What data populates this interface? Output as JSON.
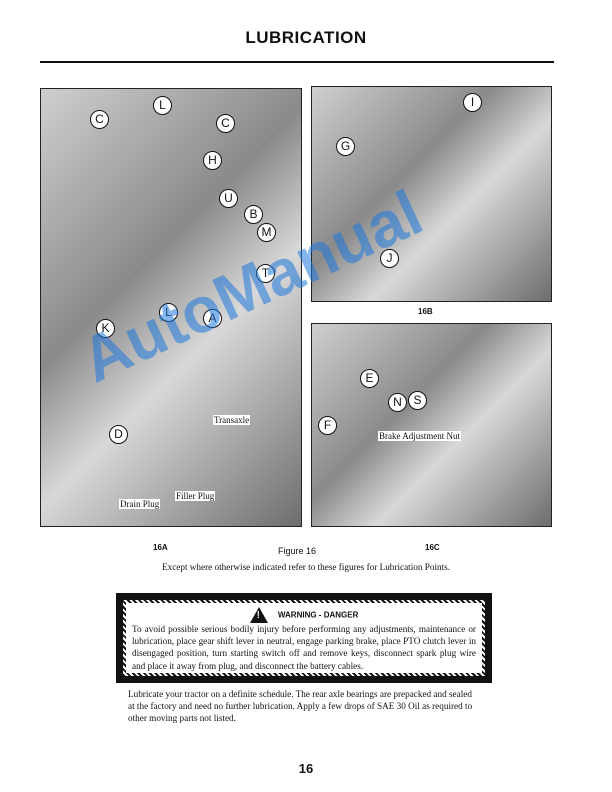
{
  "title": "LUBRICATION",
  "figure_labels": {
    "a": "16A",
    "b": "16B",
    "c": "16C",
    "caption": "Figure 16"
  },
  "figure_16a_callouts": [
    "C",
    "L",
    "C",
    "H",
    "U",
    "B",
    "M",
    "T",
    "K",
    "L",
    "A",
    "D"
  ],
  "figure_16a_labels": {
    "transaxle": "Transaxle",
    "drain_plug": "Drain Plug",
    "filler_plug": "Filler Plug"
  },
  "figure_16b_callouts": [
    "I",
    "G",
    "J"
  ],
  "figure_16c_callouts": [
    "E",
    "N",
    "S",
    "F"
  ],
  "figure_16c_labels": {
    "brake": "Brake Adjustment Nut"
  },
  "note": "Except where otherwise indicated refer to these figures for Lubrication Points.",
  "warning": {
    "icon": "exclamation-triangle-icon",
    "heading": "WARNING - DANGER",
    "text": "To avoid possible serious bodily injury before performing any adjustments, maintenance or lubrication, place gear shift lever in neutral, engage parking brake, place PTO clutch lever in disengaged position, turn starting switch off and remove keys, disconnect spark plug wire and place it away from plug, and disconnect the battery cables."
  },
  "body": "Lubricate your tractor on a definite schedule. The rear axle bearings are prepacked and sealed at the factory and need no further lubrication. Apply a few drops of SAE 30 Oil as required to other moving parts not listed.",
  "page_number": "16",
  "watermark": "AutoManual",
  "colors": {
    "watermark": "#1e78dc"
  }
}
